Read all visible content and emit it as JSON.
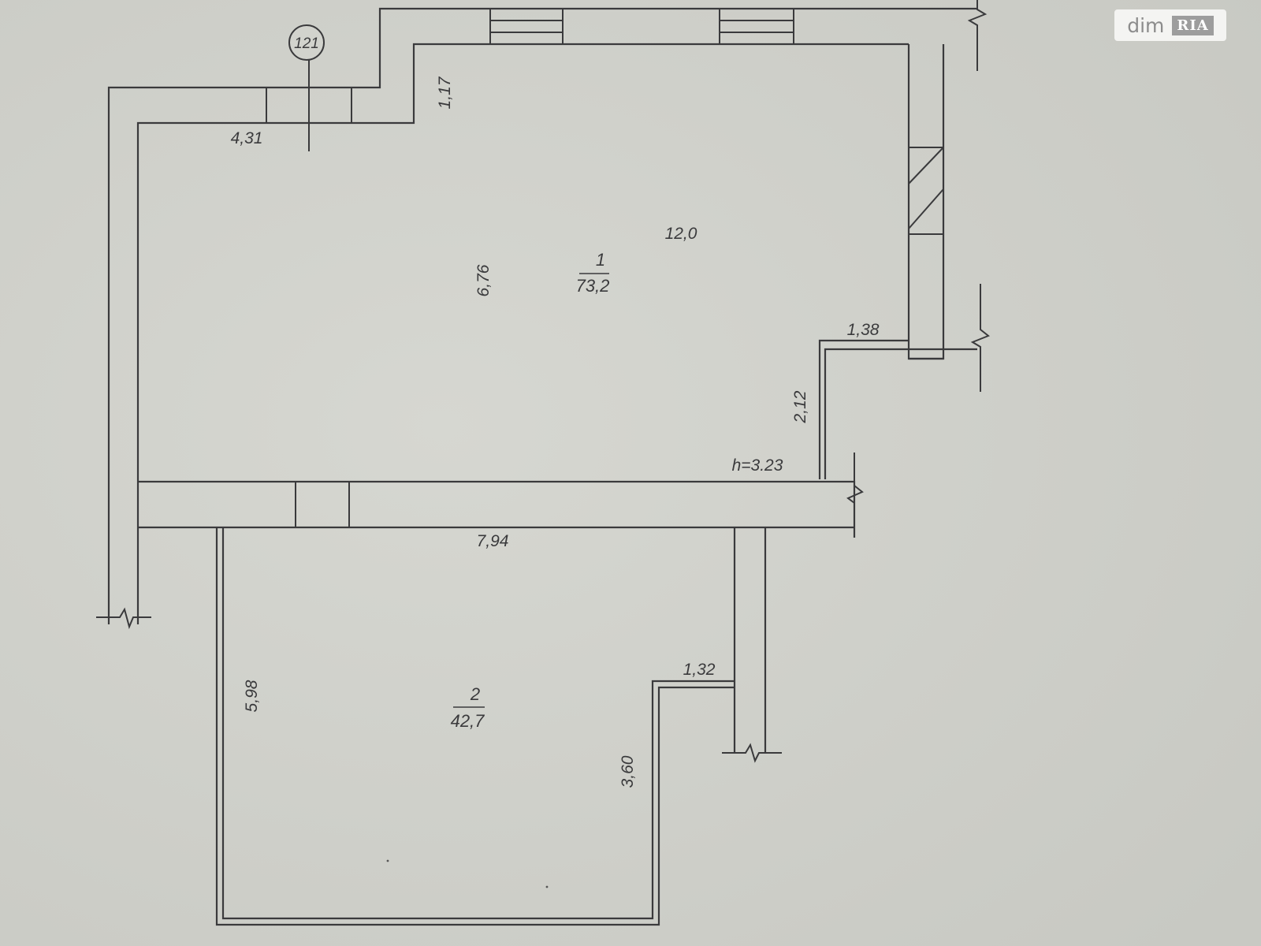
{
  "plan": {
    "axis_marker": "121",
    "ceiling_height": "h=3.23",
    "rooms": [
      {
        "number": "1",
        "area": "73,2"
      },
      {
        "number": "2",
        "area": "42,7"
      }
    ],
    "dimensions": {
      "top_left_width": "4,31",
      "top_step": "1,17",
      "room1_length": "12,0",
      "room1_width": "6,76",
      "notch_width": "1,38",
      "notch_depth": "2,12",
      "partition_length": "7,94",
      "room2_length": "5,98",
      "room2_notch_width": "1,32",
      "room2_notch_depth": "3,60"
    }
  },
  "watermark": {
    "brand": "dim",
    "logo_text": "RIA"
  },
  "colors": {
    "paper": "#d2d3cd",
    "ink": "#3a3a3c"
  }
}
